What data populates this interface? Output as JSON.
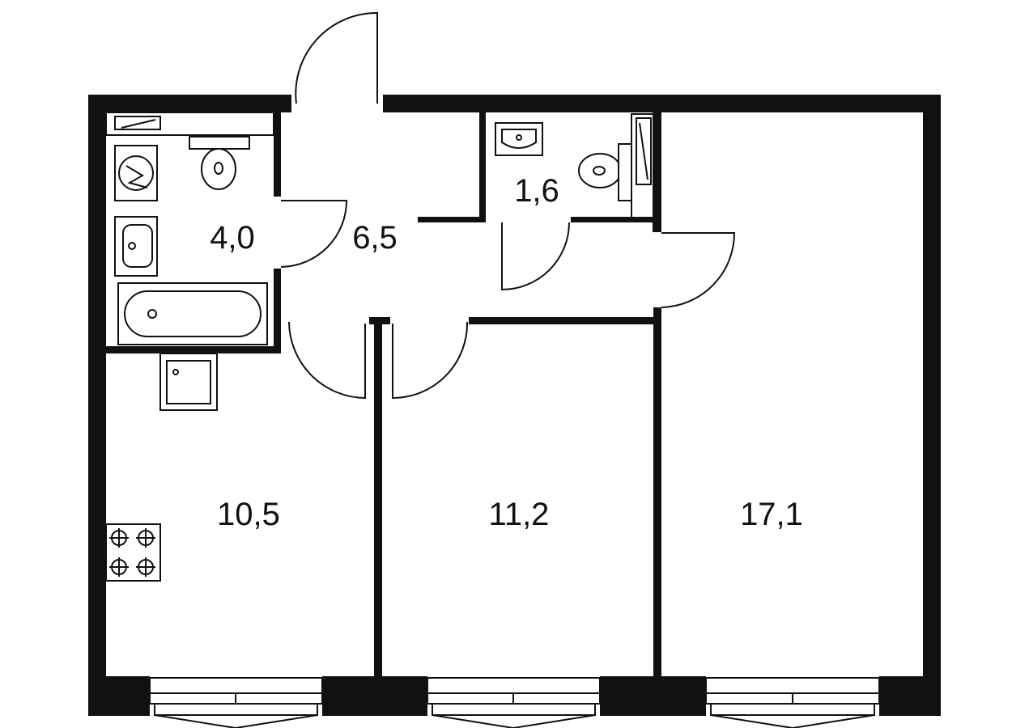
{
  "floor_plan": {
    "rooms": [
      {
        "id": "bathroom",
        "area": "4,0"
      },
      {
        "id": "hallway",
        "area": "6,5"
      },
      {
        "id": "toilet",
        "area": "1,6"
      },
      {
        "id": "kitchen",
        "area": "10,5"
      },
      {
        "id": "bedroom",
        "area": "11,2"
      },
      {
        "id": "living-room",
        "area": "17,1"
      }
    ]
  }
}
